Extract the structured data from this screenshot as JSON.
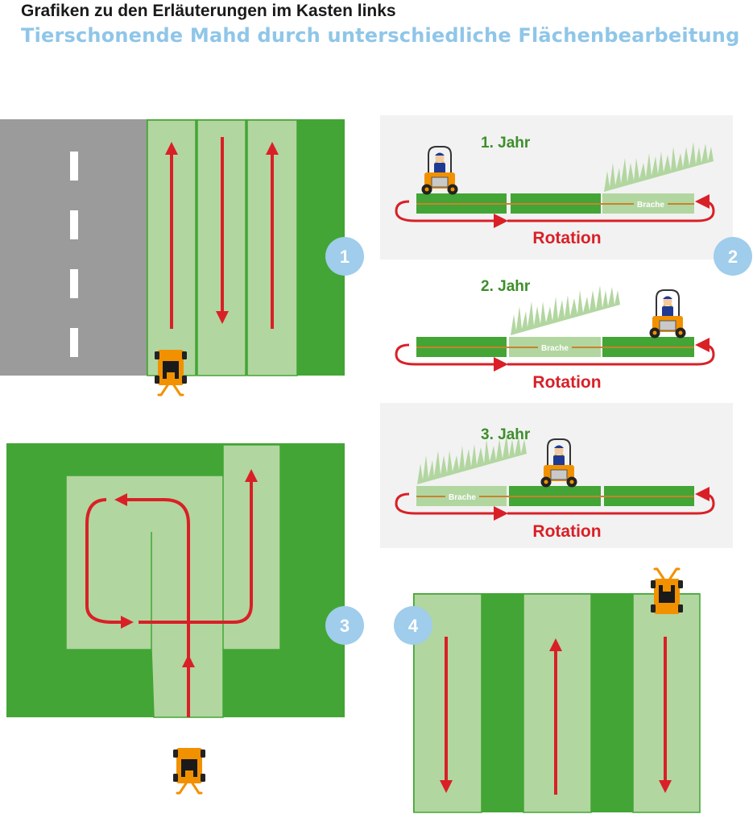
{
  "header": {
    "title": "Grafiken zu den Erläuterungen im Kasten links",
    "subtitle": "Tierschonende Mahd durch unterschiedliche Flächenbearbeitung"
  },
  "markers": [
    "1",
    "2",
    "3",
    "4"
  ],
  "rotation_panels": [
    {
      "year": "1. Jahr",
      "fallow_label": "Brache",
      "fallow_segment": 3,
      "rotation_label": "Rotation"
    },
    {
      "year": "2. Jahr",
      "fallow_label": "Brache",
      "fallow_segment": 2,
      "rotation_label": "Rotation"
    },
    {
      "year": "3. Jahr",
      "fallow_label": "Brache",
      "fallow_segment": 1,
      "rotation_label": "Rotation"
    }
  ],
  "colors": {
    "grass_dark": "#43a535",
    "grass_light": "#b2d6a0",
    "road": "#9b9b9b",
    "arrow": "#d92027",
    "mower": "#f29100",
    "marker": "#9fcdeb",
    "panel_bg": "#f2f2f2",
    "year_text": "#3e8e2c"
  }
}
